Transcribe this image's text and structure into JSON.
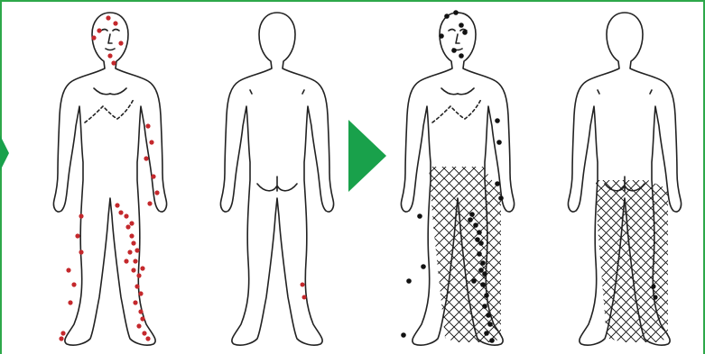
{
  "colors": {
    "frame": "#2da84a",
    "arrow": "#19a14b",
    "outline": "#222222",
    "lesion_red": "#c4282c",
    "lesion_black": "#111111",
    "hatch": "#111111"
  },
  "panels": [
    {
      "view": "front",
      "marker": "red-dots",
      "hatching": "none"
    },
    {
      "view": "back",
      "marker": "red-dots",
      "hatching": "none"
    },
    {
      "view": "front",
      "marker": "black-dots",
      "hatching": "legs"
    },
    {
      "view": "back",
      "marker": "black-dots",
      "hatching": "legs"
    }
  ],
  "arrows": [
    {
      "icon": "right-arrow-icon",
      "partially_visible": true
    },
    {
      "icon": "right-arrow-icon",
      "partially_visible": false
    }
  ]
}
